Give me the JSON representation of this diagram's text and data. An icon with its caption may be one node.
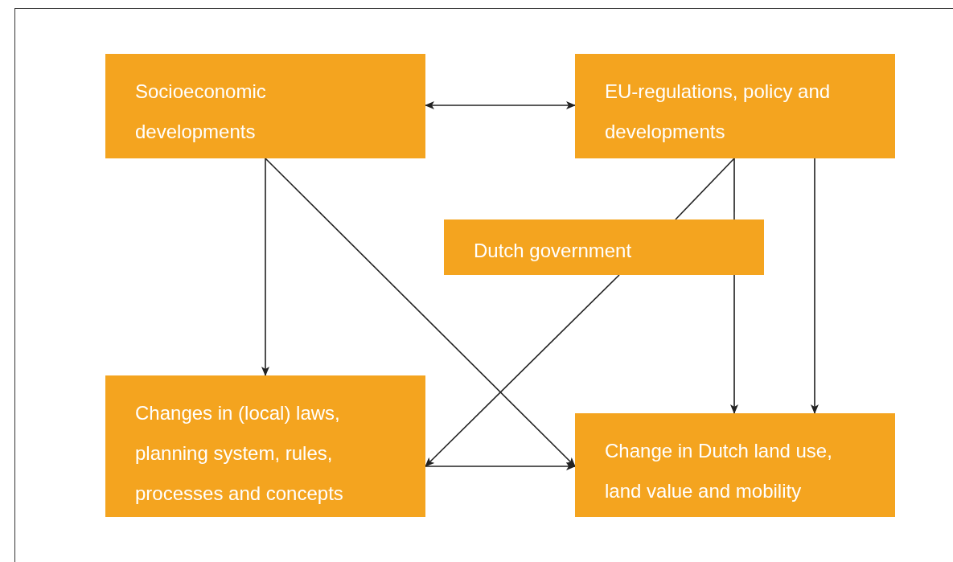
{
  "diagram": {
    "nodes": [
      {
        "text": [
          "Socioeconomic developments"
        ]
      },
      {
        "text": [
          "EU-regulations, policy and developments"
        ]
      },
      {
        "text": [
          "Dutch government"
        ]
      },
      {
        "text": [
          "Changes in (local) laws, planning system, rules, processes and concepts"
        ]
      },
      {
        "text": [
          "Change in Dutch land use, land value and mobility"
        ]
      }
    ],
    "edges": [
      {
        "from": 0,
        "to": 1,
        "arrow": "both"
      },
      {
        "from": 0,
        "to": 3,
        "arrow": "to"
      },
      {
        "from": 0,
        "to": 4,
        "arrow": "to"
      },
      {
        "from": 1,
        "to": 2,
        "arrow": "none"
      },
      {
        "from": 1,
        "to": 2,
        "arrow": "none"
      },
      {
        "from": 2,
        "to": 3,
        "arrow": "to"
      },
      {
        "from": 2,
        "to": 4,
        "arrow": "to"
      },
      {
        "from": 1,
        "to": 4,
        "arrow": "to"
      },
      {
        "from": 3,
        "to": 4,
        "arrow": "to"
      }
    ]
  }
}
